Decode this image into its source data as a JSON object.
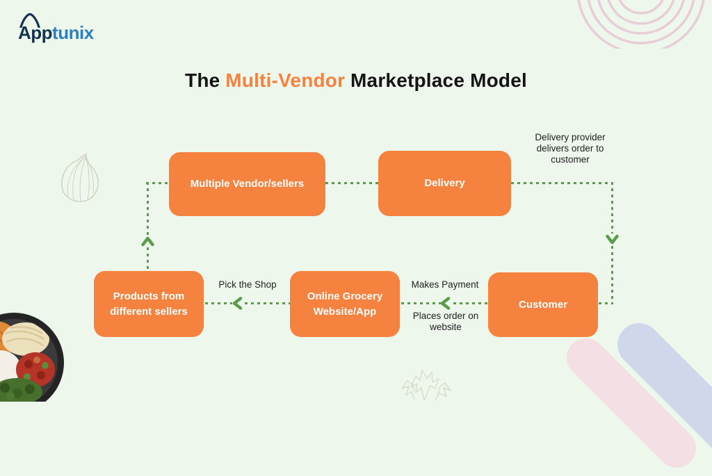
{
  "logo": {
    "brand_prefix": "App",
    "brand_suffix": "tunix"
  },
  "title": {
    "text_before": "The",
    "highlight": "Multi-Vendor",
    "text_after": "Marketplace Model"
  },
  "colors": {
    "background": "#EDF7EC",
    "box_orange": "#F5823E",
    "arrow_green": "#5B9C4B",
    "title_dark": "#141414",
    "title_accent": "#F5823E",
    "logo_navy": "#16334F",
    "logo_blue": "#2E7EC0"
  },
  "diagram": {
    "nodes": [
      {
        "id": "multiple-vendors",
        "label": "Multiple Vendor/sellers"
      },
      {
        "id": "delivery",
        "label": "Delivery"
      },
      {
        "id": "products",
        "label": "Products from different sellers"
      },
      {
        "id": "online-grocery",
        "label": "Online Grocery Website/App"
      },
      {
        "id": "customer",
        "label": "Customer"
      }
    ],
    "annotations": [
      {
        "id": "delivery-note",
        "text": "Delivery provider delivers order to customer"
      },
      {
        "id": "pick-shop",
        "text": "Pick the Shop"
      },
      {
        "id": "makes-payment",
        "text": "Makes Payment"
      },
      {
        "id": "places-order",
        "text": "Places order on website"
      }
    ]
  }
}
